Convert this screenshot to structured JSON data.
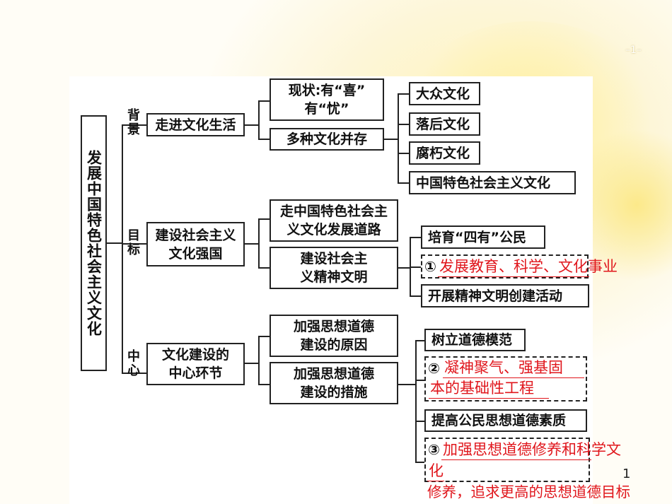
{
  "header_page_label": "–1–",
  "page_number": "1",
  "root": "发展中国特色社会主义文化",
  "branches": [
    {
      "tag": "背景",
      "node": "走进文化生活",
      "children": [
        {
          "label": "现状:有“喜”\n有“忧”"
        },
        {
          "label": "多种文化并存",
          "items": [
            "大众文化",
            "落后文化",
            "腐朽文化",
            "中国特色社会主义文化"
          ]
        }
      ]
    },
    {
      "tag": "目标",
      "node": "建设社会主义\n文化强国",
      "children": [
        {
          "label": "走中国特色社会主\n义文化发展道路"
        },
        {
          "label": "建设社会主\n义精神文明",
          "items": [
            "培育“四有”公民",
            "开展精神文明创建活动"
          ],
          "blank": {
            "number": "①",
            "answer": "发展教育、科学、文化事业"
          }
        }
      ]
    },
    {
      "tag": "中心",
      "node": "文化建设的\n中心环节",
      "children": [
        {
          "label": "加强思想道德\n建设的原因"
        },
        {
          "label": "加强思想道德\n建设的措施",
          "items": [
            "树立道德模范",
            "提高公民思想道德素质"
          ],
          "blanks": [
            {
              "number": "②",
              "answer_line1": "凝神聚气、强基固",
              "answer_line2": "本的基础性工程"
            },
            {
              "number": "③",
              "answer_line1": "加强思想道德修养和科学文",
              "answer_line2": "化",
              "answer_line3": "修养，追求更高的思想道德目标"
            }
          ]
        }
      ]
    }
  ]
}
